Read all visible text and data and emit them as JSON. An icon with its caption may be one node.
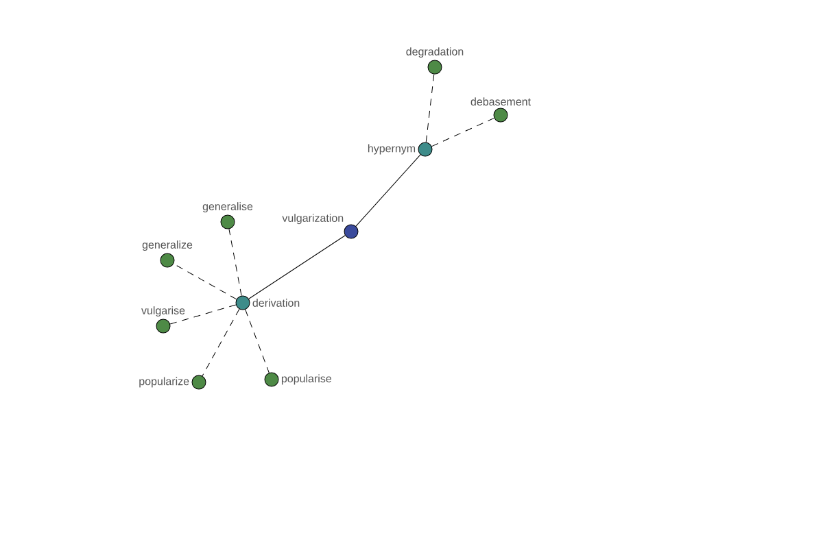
{
  "diagram": {
    "nodes": [
      {
        "text": [
          "degradation"
        ]
      },
      {
        "text": [
          "debasement"
        ]
      },
      {
        "text": [
          "hypernym"
        ]
      },
      {
        "text": [
          "vulgarization"
        ]
      },
      {
        "text": [
          "generalise"
        ]
      },
      {
        "text": [
          "generalize"
        ]
      },
      {
        "text": [
          "derivation"
        ]
      },
      {
        "text": [
          "vulgarise"
        ]
      },
      {
        "text": [
          "popularize"
        ]
      },
      {
        "text": [
          "popularise"
        ]
      }
    ],
    "edges": [
      {
        "from": 3,
        "to": 2,
        "arrow": "none"
      },
      {
        "from": 3,
        "to": 6,
        "arrow": "none"
      },
      {
        "from": 2,
        "to": 0,
        "arrow": "none",
        "style": "dashed"
      },
      {
        "from": 2,
        "to": 1,
        "arrow": "none",
        "style": "dashed"
      },
      {
        "from": 6,
        "to": 4,
        "arrow": "none",
        "style": "dashed"
      },
      {
        "from": 6,
        "to": 5,
        "arrow": "none",
        "style": "dashed"
      },
      {
        "from": 6,
        "to": 7,
        "arrow": "none",
        "style": "dashed"
      },
      {
        "from": 6,
        "to": 8,
        "arrow": "none",
        "style": "dashed"
      },
      {
        "from": 6,
        "to": 9,
        "arrow": "none",
        "style": "dashed"
      }
    ]
  }
}
